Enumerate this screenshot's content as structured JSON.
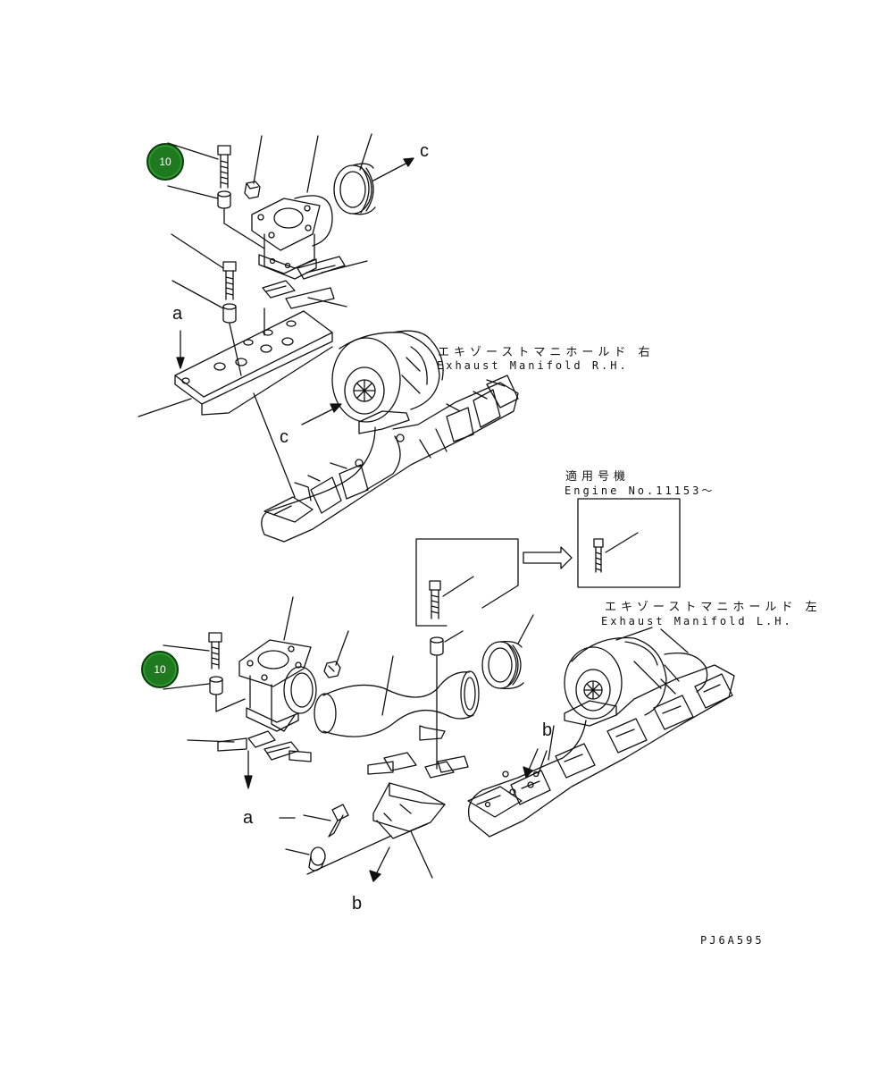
{
  "callouts": {
    "badge_top": "10",
    "badge_bottom": "10"
  },
  "letters": {
    "a": "a",
    "b": "b",
    "c": "c"
  },
  "labels": {
    "rh_jp": "エキゾーストマニホールド 右",
    "rh_en": "Exhaust Manifold R.H.",
    "lh_jp": "エキゾーストマニホールド 左",
    "lh_en": "Exhaust Manifold L.H.",
    "applicable_jp": "適用号機",
    "applicable_en": "Engine No.11153～",
    "part_code": "PJ6A595"
  },
  "colors": {
    "badge": "#1f7a1f",
    "line": "#111111"
  }
}
